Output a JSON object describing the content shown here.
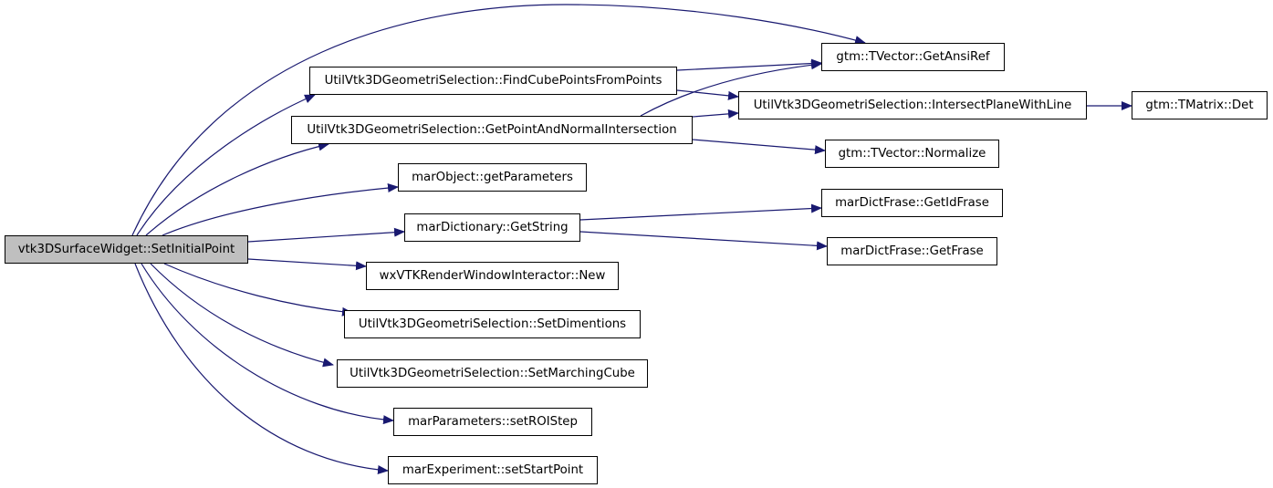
{
  "diagram": {
    "nodes": [
      {
        "id": "root",
        "label": "vtk3DSurfaceWidget::SetInitialPoint"
      },
      {
        "id": "findcube",
        "label": "UtilVtk3DGeometriSelection::FindCubePointsFromPoints"
      },
      {
        "id": "getpoint",
        "label": "UtilVtk3DGeometriSelection::GetPointAndNormalIntersection"
      },
      {
        "id": "getparams",
        "label": "marObject::getParameters"
      },
      {
        "id": "getstring",
        "label": "marDictionary::GetString"
      },
      {
        "id": "wxnew",
        "label": "wxVTKRenderWindowInteractor::New"
      },
      {
        "id": "setdim",
        "label": "UtilVtk3DGeometriSelection::SetDimentions"
      },
      {
        "id": "setmarch",
        "label": "UtilVtk3DGeometriSelection::SetMarchingCube"
      },
      {
        "id": "setroi",
        "label": "marParameters::setROIStep"
      },
      {
        "id": "setstart",
        "label": "marExperiment::setStartPoint"
      },
      {
        "id": "ansiref",
        "label": "gtm::TVector::GetAnsiRef"
      },
      {
        "id": "intersect",
        "label": "UtilVtk3DGeometriSelection::IntersectPlaneWithLine"
      },
      {
        "id": "normalize",
        "label": "gtm::TVector::Normalize"
      },
      {
        "id": "getidfrase",
        "label": "marDictFrase::GetIdFrase"
      },
      {
        "id": "getfrase",
        "label": "marDictFrase::GetFrase"
      },
      {
        "id": "det",
        "label": "gtm::TMatrix::Det"
      }
    ],
    "edges": [
      {
        "from": "root",
        "to": "ansiref"
      },
      {
        "from": "root",
        "to": "findcube"
      },
      {
        "from": "root",
        "to": "getpoint"
      },
      {
        "from": "root",
        "to": "getparams"
      },
      {
        "from": "root",
        "to": "getstring"
      },
      {
        "from": "root",
        "to": "wxnew"
      },
      {
        "from": "root",
        "to": "setdim"
      },
      {
        "from": "root",
        "to": "setmarch"
      },
      {
        "from": "root",
        "to": "setroi"
      },
      {
        "from": "root",
        "to": "setstart"
      },
      {
        "from": "findcube",
        "to": "ansiref"
      },
      {
        "from": "findcube",
        "to": "intersect"
      },
      {
        "from": "getpoint",
        "to": "ansiref"
      },
      {
        "from": "getpoint",
        "to": "intersect"
      },
      {
        "from": "getpoint",
        "to": "normalize"
      },
      {
        "from": "getstring",
        "to": "getidfrase"
      },
      {
        "from": "getstring",
        "to": "getfrase"
      },
      {
        "from": "intersect",
        "to": "det"
      }
    ],
    "colors": {
      "edge": "#191970",
      "node_border": "#000000",
      "root_fill": "#bfbfbf",
      "node_fill": "#ffffff"
    }
  }
}
